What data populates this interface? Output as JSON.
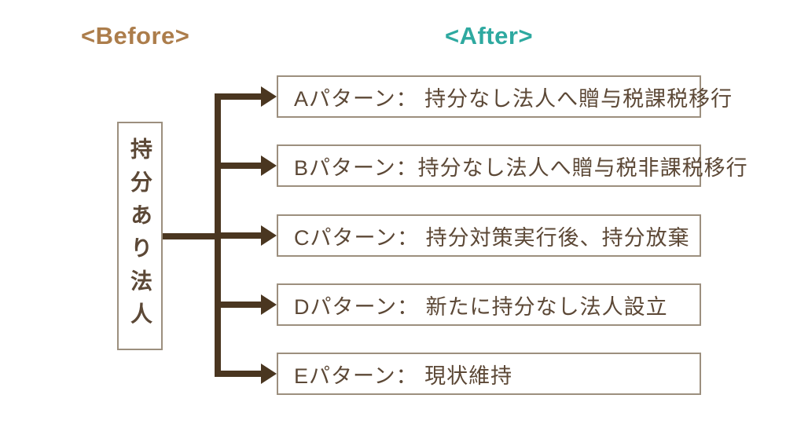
{
  "header": {
    "before_label": "<Before>",
    "after_label": "<After>"
  },
  "source": {
    "label": "持分あり法人"
  },
  "patterns": [
    {
      "id": "A",
      "label": "Aパターン： 持分なし法人へ贈与税課税移行"
    },
    {
      "id": "B",
      "label": "Bパターン：持分なし法人へ贈与税非課税移行"
    },
    {
      "id": "C",
      "label": "Cパターン： 持分対策実行後、持分放棄"
    },
    {
      "id": "D",
      "label": "Dパターン： 新たに持分なし法人設立"
    },
    {
      "id": "E",
      "label": "Eパターン： 現状維持"
    }
  ],
  "colors": {
    "line": "#4a3620",
    "border": "#9c8f7e",
    "text": "#5c4836",
    "before": "#ac7d4b",
    "after": "#2ea9a0",
    "bg": "#ffffff"
  }
}
